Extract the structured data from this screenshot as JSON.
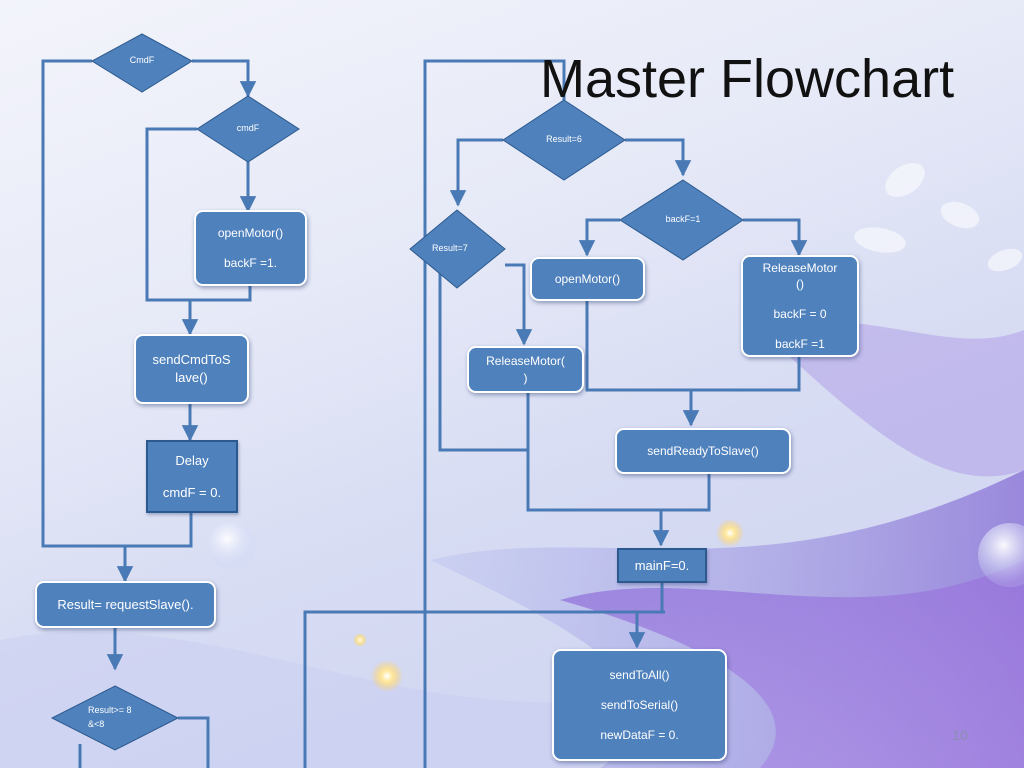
{
  "slide": {
    "title": "Master Flowchart",
    "number": "10"
  },
  "colors": {
    "node_fill": "#4f81bd",
    "node_border": "#2d5a8e",
    "connector": "#4a7ab5",
    "node_text": "#ffffff"
  },
  "decisions": {
    "cmdF_outer": "CmdF",
    "cmdF_inner": "cmdF",
    "result_ge8": "Result>= 8 &<8",
    "result6": "Result=6",
    "backF1": "backF=1",
    "result7": "Result=7"
  },
  "processes": {
    "open_motor_left": {
      "line1": "openMotor()",
      "line2": "backF =1."
    },
    "send_cmd_to_slave": {
      "line1": "sendCmdToS",
      "line2": "lave()"
    },
    "delay": {
      "line1": "Delay",
      "line2": "cmdF = 0."
    },
    "request_slave": {
      "line1": "Result= requestSlave()."
    },
    "open_motor_right": {
      "line1": "openMotor()"
    },
    "release_motor_right": {
      "line1": "ReleaseMotor",
      "line2": "()",
      "line3": "backF = 0",
      "line4": "backF =1"
    },
    "release_motor_mid": {
      "line1": "ReleaseMotor(",
      "line2": ")"
    },
    "send_ready_to_slave": {
      "line1": "sendReadyToSlave()"
    },
    "main_f": {
      "line1": "mainF=0."
    },
    "send_all": {
      "line1": "sendToAll()",
      "line2": "sendToSerial()",
      "line3": "newDataF = 0."
    }
  }
}
